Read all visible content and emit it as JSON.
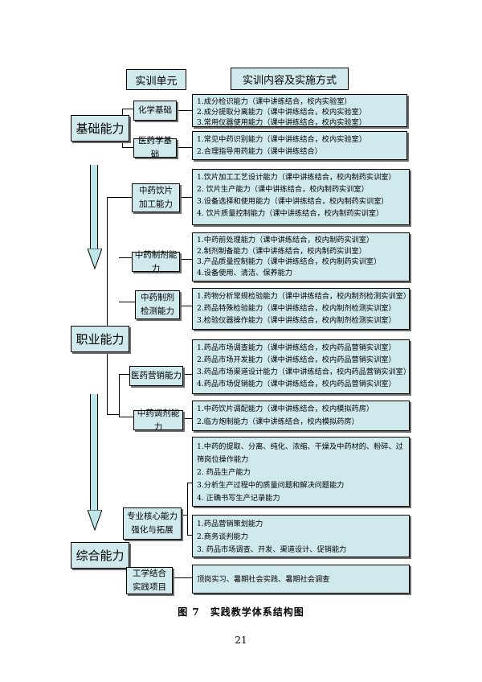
{
  "headers": {
    "unit": "实训单元",
    "content": "实训内容及实施方式"
  },
  "categories": {
    "basic": "基础能力",
    "professional": "职业能力",
    "comprehensive": "综合能力"
  },
  "units": [
    {
      "name": "化学基础",
      "items": [
        "1.成分检识能力（课中讲练结合，校内实验室）",
        "2.成分提取分离能力（课中讲练结合，校内实验室）",
        "3.常用仪器使用能力（课中讲练结合，校内实验室）"
      ]
    },
    {
      "name": "医药学基础",
      "items": [
        "1.常见中药识别能力（课中讲练结合，校内实验室）",
        "2.合理指导用药能力（课中讲练结合）"
      ]
    },
    {
      "name": "中药饮片加工能力",
      "items": [
        "1.饮片加工工艺设计能力（课中讲练结合，校内制药实训室）",
        "2. 饮片生产能力（课中讲练结合，校内制药实训室）",
        "3.设备选择和使用能力（课中讲练结合，校内制药实训室）",
        "4. 饮片质量控制能力（课中讲练结合，校内制药实训室）"
      ]
    },
    {
      "name": "中药制剂能力",
      "items": [
        "1.中药前处理能力（课中讲练结合，校内制药实训室）",
        "2.制剂制备能力（课中讲练结合，校内制药实训室）",
        "3.产品质量控制能力（课中讲练结合，校内制药实训室）",
        "4.设备使用、清洁、保养能力"
      ]
    },
    {
      "name": "中药制剂检测能力",
      "items": [
        "1.药物分析常规检验能力（课中讲练结合，校内制剂检测实训室）",
        "2.药品特殊检验能力（课中讲练结合，校内制剂检测实训室）",
        "3.检验仪器操作能力（课中讲练结合，校内制剂检测实训室）"
      ]
    },
    {
      "name": "医药营销能力",
      "items": [
        "1.药品市场调查能力（课中讲练结合，校内药品营销实训室）",
        "2.药品市场开发能力（课中讲练结合，校内药品营销实训室）",
        "3.药品市场渠道设计能力（课中讲练结合，校内药品营销实训室）",
        "4.药品市场促销能力（课中讲练结合，校内药品营销实训室）"
      ]
    },
    {
      "name": "中药调剂能力",
      "items": [
        "1.中药饮片调配能力（课中讲练结合，校内模拟药房）",
        "2.临方炮制能力（课中讲练结合，校内模拟药房）"
      ]
    },
    {
      "name": "专业核心能力强化与拓展",
      "items": []
    },
    {
      "name": "工学结合实践项目",
      "items": [
        "顶岗实习、暑期社会实践、暑期社会调查"
      ]
    }
  ],
  "core_blocks": [
    {
      "items": [
        "1.中药的提取、分离、纯化、浓缩、干燥及中药材的、粉碎、过筛岗位操作能力",
        "2. 药品生产能力",
        "3.分析生产过程中的质量问题和解决问题能力",
        "4. 正确书写生产记录能力"
      ]
    },
    {
      "items": [
        "1.药品营销策划能力",
        "2.商务谈判能力",
        "3. 药品市场调查、开发、渠道设计、促销能力"
      ]
    }
  ],
  "caption": "图 7　实践教学体系结构图",
  "page_number": "21"
}
